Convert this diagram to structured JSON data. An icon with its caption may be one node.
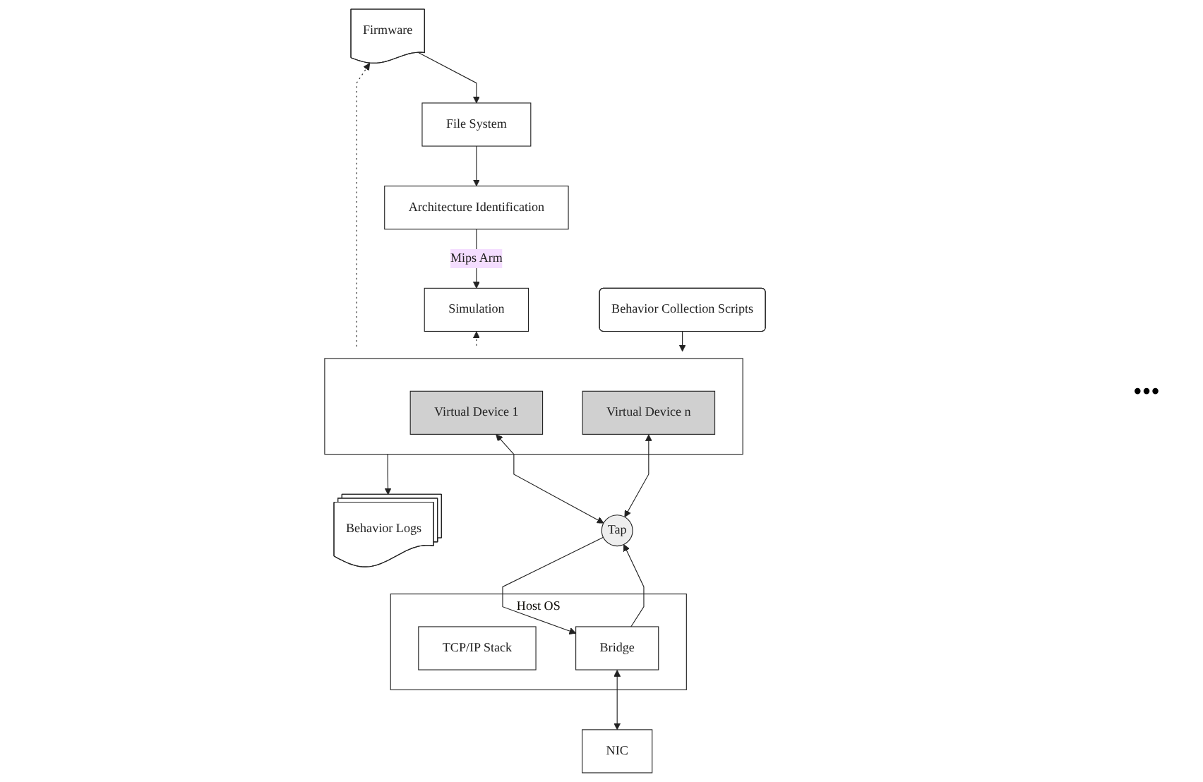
{
  "diagram": {
    "nodes": [
      {
        "text": [
          "Firmware"
        ]
      },
      {
        "text": [
          "File System"
        ]
      },
      {
        "text": [
          "Architecture Identification"
        ]
      },
      {
        "text": [
          "Simulation"
        ]
      },
      {
        "text": [
          "Behavior Collection Scripts"
        ]
      },
      {
        "text": [],
        "shape": "box"
      },
      {
        "text": [
          "Virtual Device 1"
        ],
        "in": 5
      },
      {
        "text": [
          "Virtual Device n"
        ],
        "in": 5
      },
      {
        "text": [
          "Behavior Logs"
        ]
      },
      {
        "text": [
          "Host OS"
        ]
      },
      {
        "text": [
          "Tap"
        ]
      },
      {
        "text": [
          "TCP/IP Stack"
        ],
        "in": 9
      },
      {
        "text": [
          "Bridge"
        ],
        "in": 9
      },
      {
        "text": [
          "NIC"
        ]
      }
    ],
    "edges": [
      {
        "from": 0,
        "to": 1,
        "arrow": "to"
      },
      {
        "from": 1,
        "to": 2,
        "arrow": "to"
      },
      {
        "from": 2,
        "to": 3,
        "label": "Mips Arm",
        "arrow": "to"
      },
      {
        "from": 5,
        "to": 0,
        "arrow": "to",
        "style": "dashed"
      },
      {
        "from": 5,
        "to": 3,
        "arrow": "to",
        "style": "dashed"
      },
      {
        "from": 4,
        "to": 5,
        "arrow": "to"
      },
      {
        "from": 5,
        "to": 8,
        "arrow": "to"
      },
      {
        "from": 10,
        "to": 6,
        "arrow": "both"
      },
      {
        "from": 10,
        "to": 7,
        "arrow": "both"
      },
      {
        "from": 10,
        "to": 12,
        "arrow": "to"
      },
      {
        "from": 12,
        "to": 10,
        "arrow": "to"
      },
      {
        "from": 12,
        "to": 13,
        "arrow": "both"
      }
    ],
    "labels": [
      "•••"
    ]
  }
}
